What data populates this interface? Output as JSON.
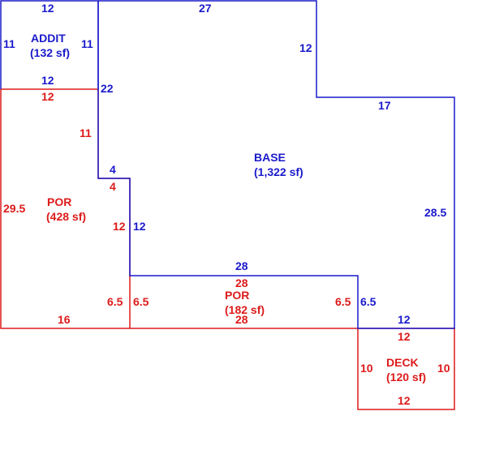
{
  "colors": {
    "blue": "#1a1acc",
    "red": "#dd1a1a"
  },
  "areas": {
    "addit": {
      "name": "ADDIT",
      "area": "(132 sf)"
    },
    "base": {
      "name": "BASE",
      "area": "(1,322 sf)"
    },
    "por_left": {
      "name": "POR",
      "area": "(428 sf)"
    },
    "por_center": {
      "name": "POR",
      "area": "(182 sf)"
    },
    "deck": {
      "name": "DECK",
      "area": "(120 sf)"
    }
  },
  "dimensions": {
    "addit_top": "12",
    "addit_left": "11",
    "addit_right": "11",
    "addit_bottom": "12",
    "base_top": "27",
    "base_right_upper": "12",
    "base_step_top": "17",
    "base_right": "28.5",
    "base_left_upper": "22",
    "base_notch_top": "4",
    "base_notch_side": "12",
    "base_bottom": "28",
    "base_bottom_left_side": "6.5",
    "base_bottom_right_side": "6.5",
    "base_bottom_right": "12",
    "por_top": "12",
    "por_inner_upper": "11",
    "por_notch_top": "4",
    "por_notch_side": "12",
    "por_left": "29.5",
    "por_bottom": "16",
    "por_inner_lower": "6.5",
    "por2_top": "28",
    "por2_left": "6.5",
    "por2_right": "6.5",
    "por2_bottom": "28",
    "deck_top": "12",
    "deck_left": "10",
    "deck_right": "10",
    "deck_bottom": "12"
  }
}
